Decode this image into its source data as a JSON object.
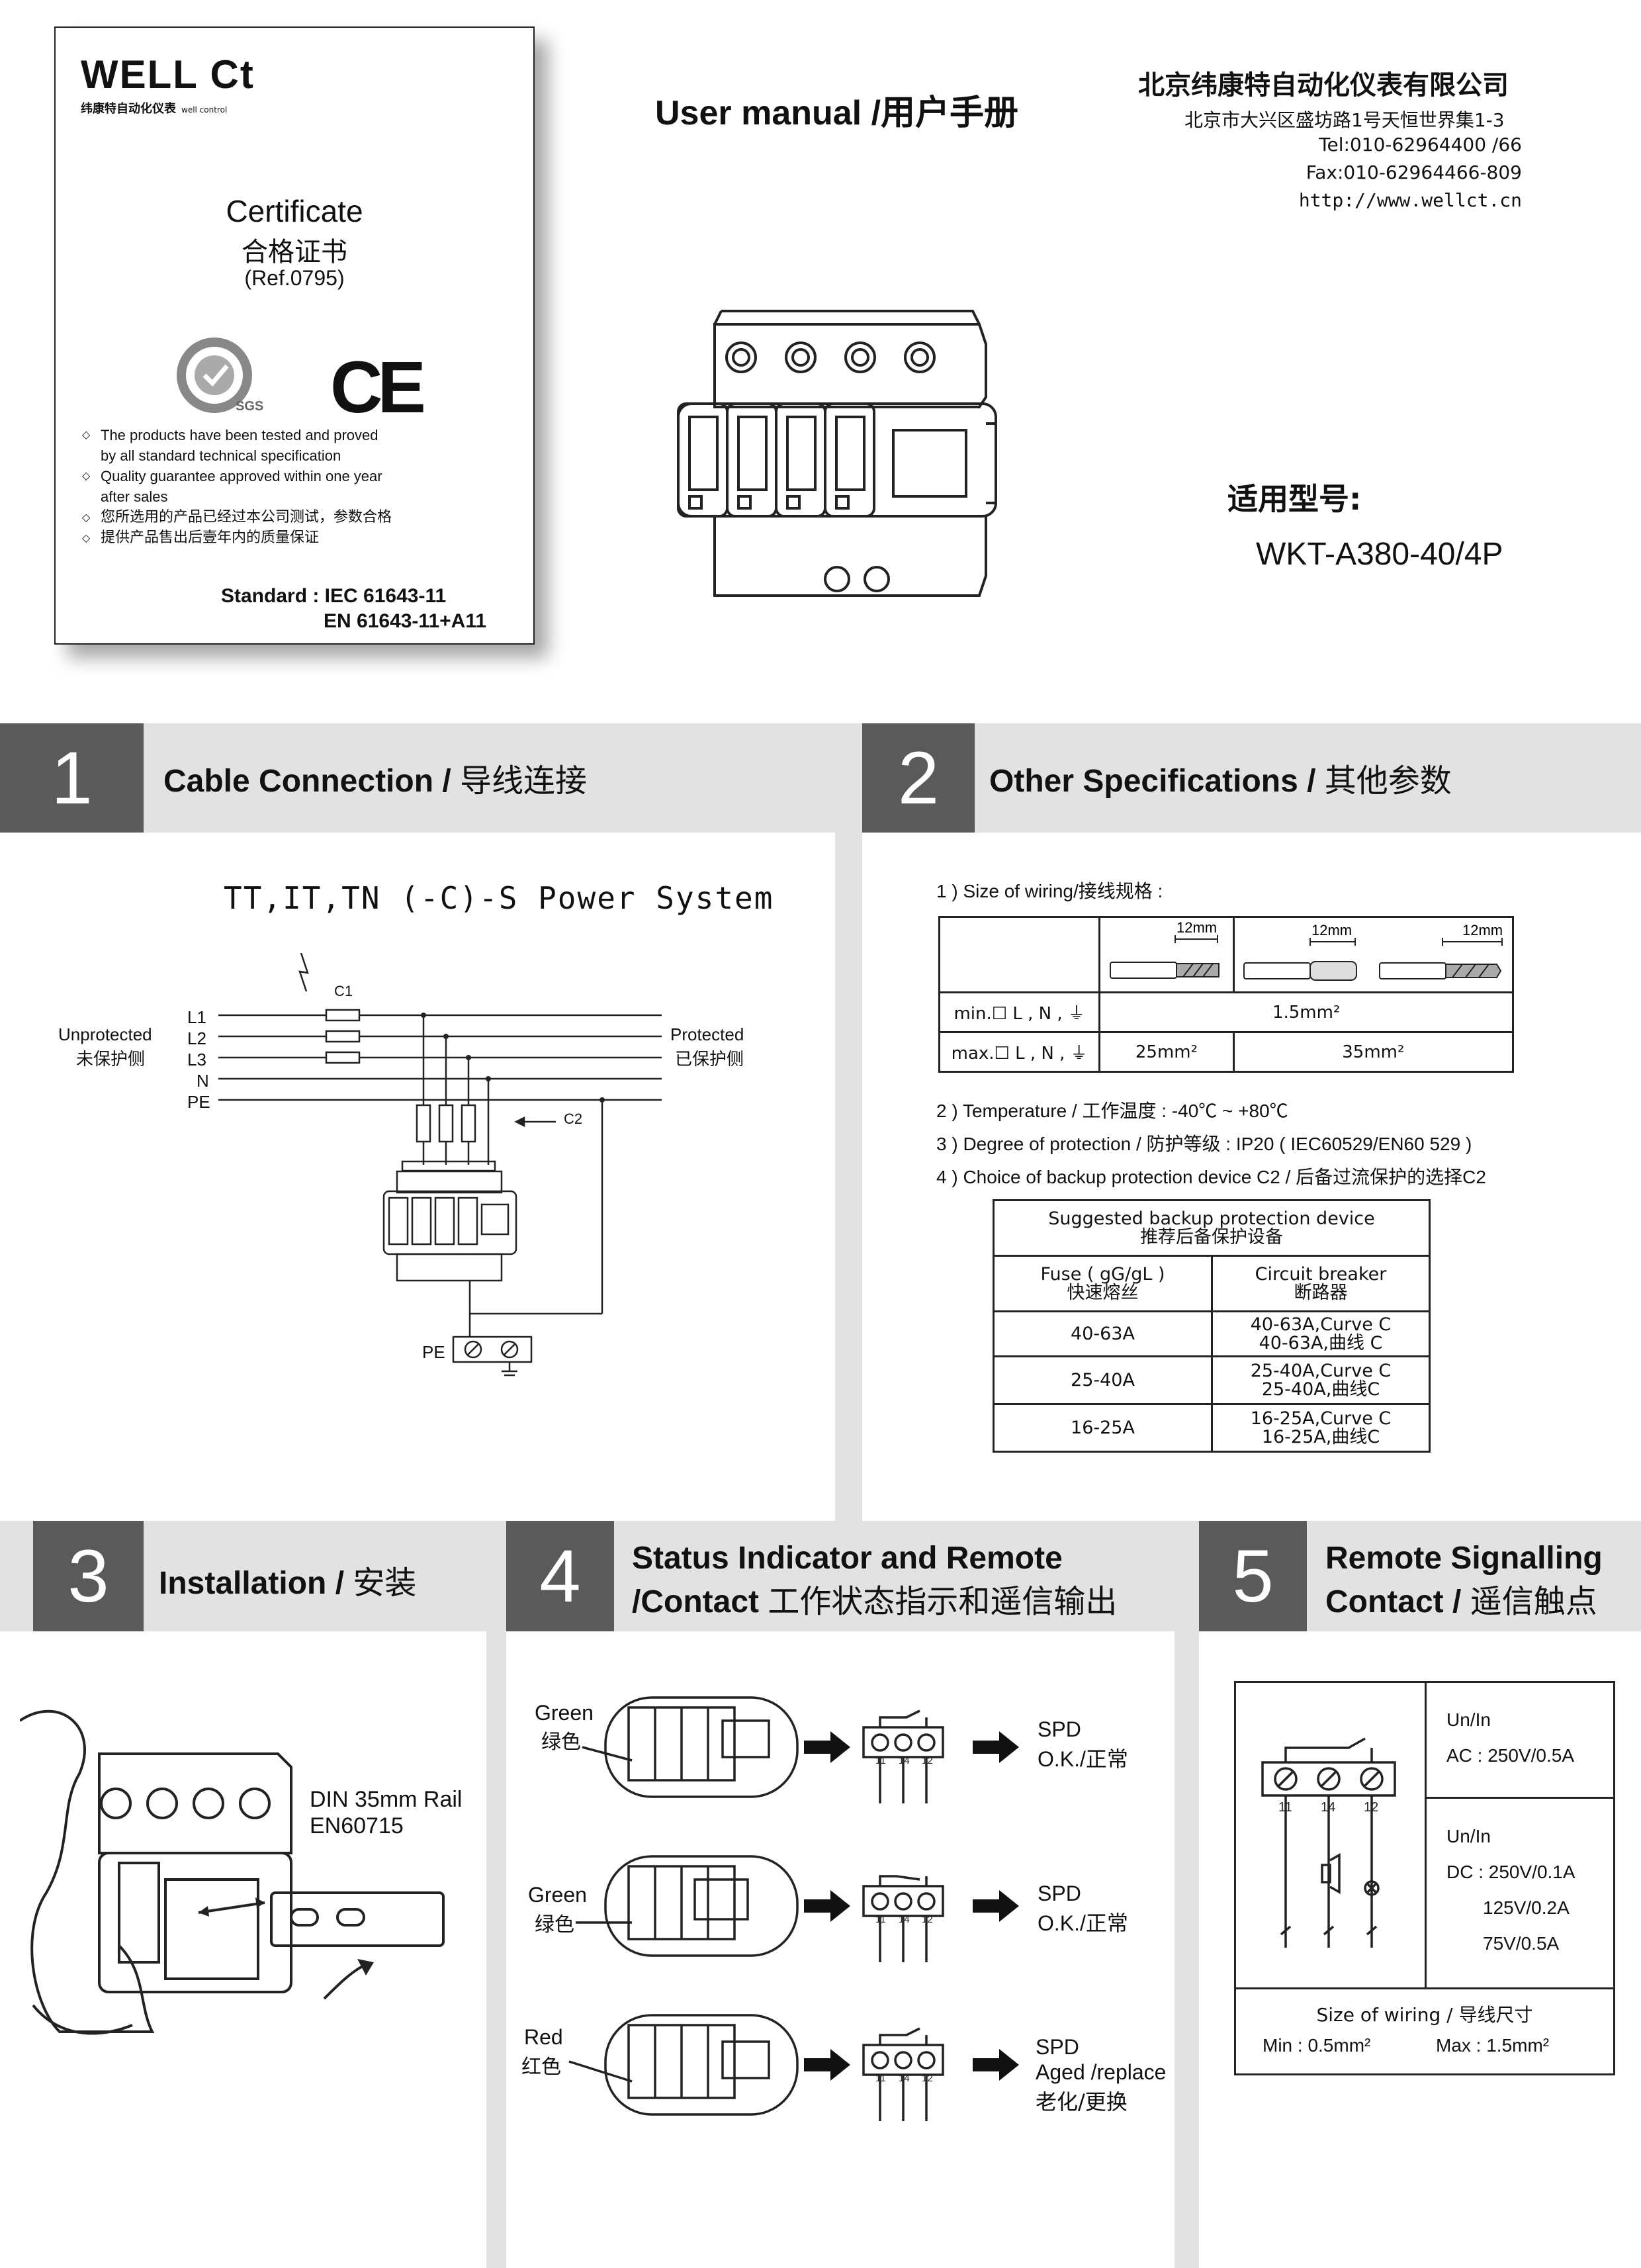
{
  "certificate": {
    "logo": "WELL Ct",
    "logo_sub_cn": "纬康特自动化仪表",
    "logo_sub_en": "well control",
    "title": "Certificate",
    "title_cn": "合格证书",
    "ref": "(Ref.0795)",
    "bullets": [
      "The products have been tested and proved",
      "Quality guarantee approved within one year",
      "您所选用的产品已经过本公司测试，参数合格",
      "提供产品售出后壹年内的质量保证"
    ],
    "bullet_cont": [
      "by all standard technical specification",
      "after sales"
    ],
    "standard_label": "Standard : IEC 61643-11",
    "standard_line2": "EN  61643-11+A11",
    "ce": "CE",
    "sgs": "SGS"
  },
  "header": {
    "title": "User manual /用户手册",
    "company": "北京纬康特自动化仪表有限公司",
    "address": "北京市大兴区盛坊路1号天恒世界集1-3",
    "tel": "Tel:010-62964400 /66",
    "fax": "Fax:010-62964466-809",
    "web": "http://www.wellct.cn",
    "model_label": "适用型号:",
    "model": "WKT-A380-40/4P"
  },
  "s1": {
    "num": "1",
    "title": "Cable Connection /",
    "title_cn": "导线连接",
    "system": "TT,IT,TN (-C)-S Power System",
    "unprotected": "Unprotected",
    "unprotected_cn": "未保护侧",
    "protected": "Protected",
    "protected_cn": "已保护侧",
    "lines": [
      "L1",
      "L2",
      "L3",
      "N",
      "PE"
    ],
    "c1": "C1",
    "c2": "C2",
    "pe": "PE"
  },
  "s2": {
    "num": "2",
    "title": "Other Specifications /",
    "title_cn": "其他参数",
    "item1": "1 ) Size of wiring/接线规格 :",
    "mm": "12mm",
    "min_label": "min.☐ L , N , ⏚",
    "min_val": "1.5mm²",
    "max_label": "max.☐ L , N , ⏚",
    "max_val1": "25mm²",
    "max_val2": "35mm²",
    "item2": "2 ) Temperature / 工作温度 : -40℃ ~ +80℃",
    "item3": "3 ) Degree of protection / 防护等级 : IP20 ( IEC60529/EN60 529 )",
    "item4": "4 ) Choice of backup protection device C2 / 后备过流保护的选择C2",
    "bk_head": "Suggested backup protection device",
    "bk_head_cn": "推荐后备保护设备",
    "fuse": "Fuse ( gG/gL )",
    "fuse_cn": "快速熔丝",
    "breaker": "Circuit breaker",
    "breaker_cn": "断路器",
    "rows": [
      {
        "fuse": "40-63A",
        "b1": "40-63A,Curve C",
        "b2": "40-63A,曲线 C"
      },
      {
        "fuse": "25-40A",
        "b1": "25-40A,Curve C",
        "b2": "25-40A,曲线C"
      },
      {
        "fuse": "16-25A",
        "b1": "16-25A,Curve C",
        "b2": "16-25A,曲线C"
      }
    ]
  },
  "s3": {
    "num": "3",
    "title": "Installation /",
    "title_cn": "安装",
    "rail": "DIN 35mm Rail",
    "rail2": "EN60715"
  },
  "s4": {
    "num": "4",
    "title1": "Status Indicator and Remote",
    "title2": "/Contact",
    "title_cn": "工作状态指示和遥信输出",
    "states": [
      {
        "color": "Green",
        "color_cn": "绿色",
        "s1": "SPD",
        "s2": "O.K./正常",
        "s3": ""
      },
      {
        "color": "Green",
        "color_cn": "绿色",
        "s1": "SPD",
        "s2": "O.K./正常",
        "s3": ""
      },
      {
        "color": "Red",
        "color_cn": "红色",
        "s1": "SPD",
        "s2": "Aged /replace",
        "s3": "老化/更换"
      }
    ],
    "term": [
      "11",
      "14",
      "12"
    ]
  },
  "s5": {
    "num": "5",
    "title1": "Remote Signalling",
    "title2": "Contact /",
    "title_cn": "遥信触点",
    "unin": "Un/In",
    "ac": "AC : 250V/0.5A",
    "unin2": "Un/In",
    "dc1": "DC : 250V/0.1A",
    "dc2": "125V/0.2A",
    "dc3": "75V/0.5A",
    "wiring": "Size of wiring / 导线尺寸",
    "min": "Min : 0.5mm²",
    "max": "Max : 1.5mm²",
    "term": [
      "11",
      "14",
      "12"
    ]
  }
}
